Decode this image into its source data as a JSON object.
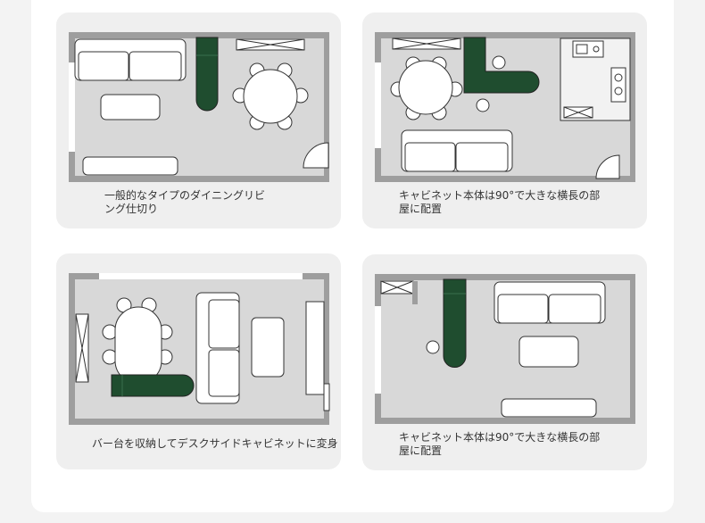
{
  "colors": {
    "card_bg": "#efefef",
    "wall": "#9e9e9e",
    "floor": "#d8d8d8",
    "cabinet": "#1f4d2f",
    "furniture_fill": "#ffffff",
    "outline": "#333333"
  },
  "layouts": [
    {
      "caption": "一般的なタイプのダイニングリビング仕切り"
    },
    {
      "caption": "キャビネット本体は90°で大きな横長の部屋に配置"
    },
    {
      "caption": "バー台を収納してデスクサイドキャビネットに変身"
    },
    {
      "caption": "キャビネット本体は90°で大きな横長の部屋に配置"
    }
  ]
}
